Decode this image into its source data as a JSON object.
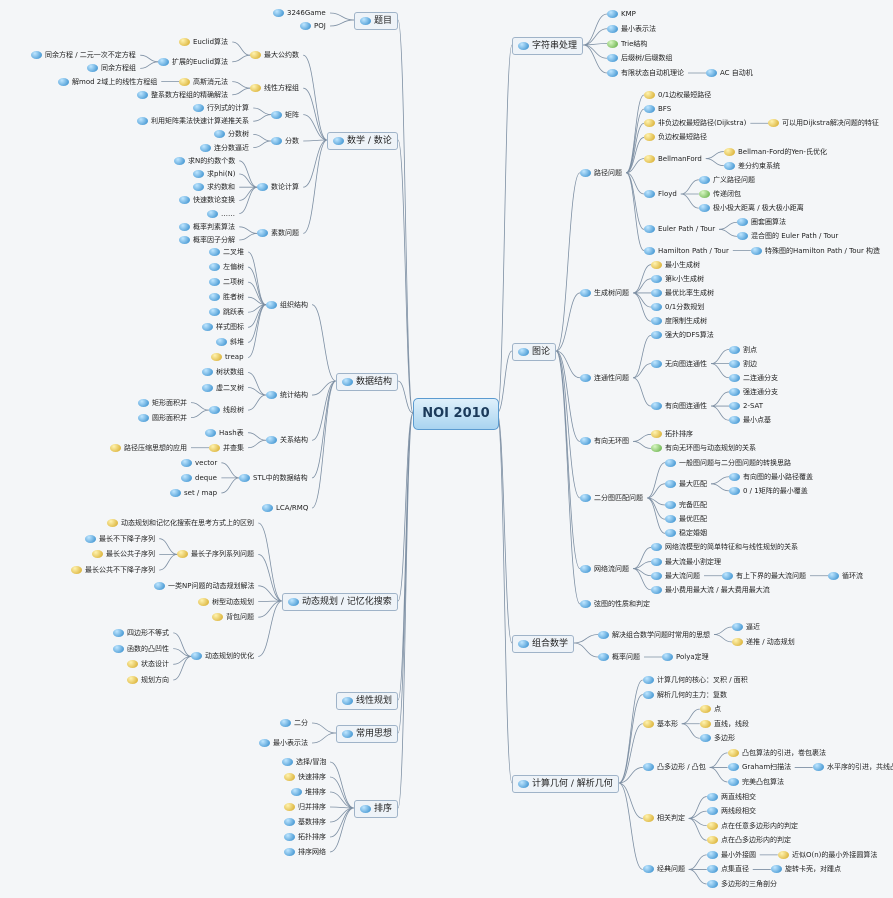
{
  "title": "NOI 2010",
  "branches": [
    {
      "label": "题目",
      "children": [
        {
          "label": "3246Game",
          "icon": "b"
        },
        {
          "label": "POJ",
          "icon": "b"
        }
      ]
    },
    {
      "label": "数学 / 数论",
      "children": [
        {
          "label": "最大公约数",
          "icon": "y",
          "children": [
            {
              "label": "Euclid算法",
              "icon": "y"
            },
            {
              "label": "扩展的Euclid算法",
              "icon": "b",
              "children": [
                {
                  "label": "同余方程 / 二元一次不定方程",
                  "icon": "b"
                },
                {
                  "label": "同余方程组",
                  "icon": "b"
                }
              ]
            }
          ]
        },
        {
          "label": "线性方程组",
          "icon": "y",
          "children": [
            {
              "label": "高斯消元法",
              "icon": "y",
              "children": [
                {
                  "label": "解mod 2域上的线性方程组",
                  "icon": "b"
                }
              ]
            },
            {
              "label": "整系数方程组的精确解法",
              "icon": "b"
            }
          ]
        },
        {
          "label": "矩阵",
          "icon": "b",
          "children": [
            {
              "label": "行列式的计算",
              "icon": "b"
            },
            {
              "label": "利用矩阵乘法快速计算递推关系",
              "icon": "b"
            }
          ]
        },
        {
          "label": "分数",
          "icon": "b",
          "children": [
            {
              "label": "分数树",
              "icon": "b"
            },
            {
              "label": "连分数逼近",
              "icon": "b"
            }
          ]
        },
        {
          "label": "数论计算",
          "icon": "b",
          "children": [
            {
              "label": "求N的约数个数",
              "icon": "b"
            },
            {
              "label": "求phi(N)",
              "icon": "b"
            },
            {
              "label": "求约数和",
              "icon": "b"
            },
            {
              "label": "快速数论变换",
              "icon": "b"
            },
            {
              "label": "……",
              "icon": "b"
            }
          ]
        },
        {
          "label": "素数问题",
          "icon": "b",
          "children": [
            {
              "label": "概率判素算法",
              "icon": "b"
            },
            {
              "label": "概率因子分解",
              "icon": "b"
            }
          ]
        }
      ]
    },
    {
      "label": "数据结构",
      "children": [
        {
          "label": "组织结构",
          "icon": "b",
          "children": [
            {
              "label": "二叉堆",
              "icon": "b"
            },
            {
              "label": "左偏树",
              "icon": "b"
            },
            {
              "label": "二项树",
              "icon": "b"
            },
            {
              "label": "胜者树",
              "icon": "b"
            },
            {
              "label": "跳跃表",
              "icon": "b"
            },
            {
              "label": "样式图标",
              "icon": "b"
            },
            {
              "label": "斜堆",
              "icon": "b"
            },
            {
              "label": "treap",
              "icon": "y"
            }
          ]
        },
        {
          "label": "统计结构",
          "icon": "b",
          "children": [
            {
              "label": "树状数组",
              "icon": "b"
            },
            {
              "label": "虚二叉树",
              "icon": "b"
            },
            {
              "label": "线段树",
              "icon": "b",
              "children": [
                {
                  "label": "矩形面积并",
                  "icon": "b"
                },
                {
                  "label": "圆形面积并",
                  "icon": "b"
                }
              ]
            }
          ]
        },
        {
          "label": "关系结构",
          "icon": "b",
          "children": [
            {
              "label": "Hash表",
              "icon": "b"
            },
            {
              "label": "并查集",
              "icon": "y",
              "children": [
                {
                  "label": "路径压缩思想的应用",
                  "icon": "y"
                }
              ]
            }
          ]
        },
        {
          "label": "STL中的数据结构",
          "icon": "b",
          "children": [
            {
              "label": "vector",
              "icon": "b"
            },
            {
              "label": "deque",
              "icon": "b"
            },
            {
              "label": "set / map",
              "icon": "b"
            }
          ]
        },
        {
          "label": "LCA/RMQ",
          "icon": "b"
        }
      ]
    },
    {
      "label": "动态规划 / 记忆化搜索",
      "children": [
        {
          "label": "动态规划和记忆化搜索在思考方式上的区别",
          "icon": "y"
        },
        {
          "label": "最长子序列系列问题",
          "icon": "y",
          "children": [
            {
              "label": "最长不下降子序列",
              "icon": "b"
            },
            {
              "label": "最长公共子序列",
              "icon": "y"
            },
            {
              "label": "最长公共不下降子序列",
              "icon": "y"
            }
          ]
        },
        {
          "label": "一类NP问题的动态规划解法",
          "icon": "b"
        },
        {
          "label": "树型动态规划",
          "icon": "y"
        },
        {
          "label": "背包问题",
          "icon": "y"
        },
        {
          "label": "动态规划的优化",
          "icon": "b",
          "children": [
            {
              "label": "四边形不等式",
              "icon": "b"
            },
            {
              "label": "函数的凸凹性",
              "icon": "b"
            },
            {
              "label": "状态设计",
              "icon": "y"
            },
            {
              "label": "规划方向",
              "icon": "y"
            }
          ]
        }
      ]
    },
    {
      "label": "线性规划",
      "children": []
    },
    {
      "label": "常用思想",
      "children": [
        {
          "label": "二分",
          "icon": "b"
        },
        {
          "label": "最小表示法",
          "icon": "b"
        }
      ]
    },
    {
      "label": "排序",
      "children": [
        {
          "label": "选择/冒泡",
          "icon": "b"
        },
        {
          "label": "快速排序",
          "icon": "y"
        },
        {
          "label": "堆排序",
          "icon": "b"
        },
        {
          "label": "归并排序",
          "icon": "y"
        },
        {
          "label": "基数排序",
          "icon": "b"
        },
        {
          "label": "拓扑排序",
          "icon": "b"
        },
        {
          "label": "排序网络",
          "icon": "b"
        }
      ]
    },
    {
      "label": "字符串处理",
      "children": [
        {
          "label": "KMP",
          "icon": "b"
        },
        {
          "label": "最小表示法",
          "icon": "b"
        },
        {
          "label": "Trie结构",
          "icon": "g"
        },
        {
          "label": "后缀树/后缀数组",
          "icon": "b"
        },
        {
          "label": "有限状态自动机理论",
          "icon": "b",
          "children": [
            {
              "label": "AC 自动机",
              "icon": "b"
            }
          ]
        }
      ]
    },
    {
      "label": "图论",
      "children": [
        {
          "label": "路径问题",
          "icon": "b",
          "children": [
            {
              "label": "0/1边权最短路径",
              "icon": "y"
            },
            {
              "label": "BFS",
              "icon": "b"
            },
            {
              "label": "非负边权最短路径(Dijkstra)",
              "icon": "y",
              "children": [
                {
                  "label": "可以用Dijkstra解决问题的特征",
                  "icon": "y"
                }
              ]
            },
            {
              "label": "负边权最短路径",
              "icon": "y"
            },
            {
              "label": "BellmanFord",
              "icon": "y",
              "children": [
                {
                  "label": "Bellman-Ford的Yen-氏优化",
                  "icon": "y"
                },
                {
                  "label": "差分约束系统",
                  "icon": "b"
                }
              ]
            },
            {
              "label": "Floyd",
              "icon": "b",
              "children": [
                {
                  "label": "广义路径问题",
                  "icon": "b"
                },
                {
                  "label": "传递闭包",
                  "icon": "g"
                },
                {
                  "label": "极小极大距离 / 极大极小距离",
                  "icon": "b"
                }
              ]
            },
            {
              "label": "Euler Path / Tour",
              "icon": "b",
              "children": [
                {
                  "label": "圈套圈算法",
                  "icon": "b"
                },
                {
                  "label": "混合图的 Euler Path / Tour",
                  "icon": "b"
                }
              ]
            },
            {
              "label": "Hamilton Path / Tour",
              "icon": "b",
              "children": [
                {
                  "label": "特殊图的Hamilton Path / Tour 构造",
                  "icon": "b"
                }
              ]
            }
          ]
        },
        {
          "label": "生成树问题",
          "icon": "b",
          "children": [
            {
              "label": "最小生成树",
              "icon": "y"
            },
            {
              "label": "第k小生成树",
              "icon": "b"
            },
            {
              "label": "最优比率生成树",
              "icon": "b"
            },
            {
              "label": "0/1分数规划",
              "icon": "b"
            },
            {
              "label": "度限制生成树",
              "icon": "b"
            }
          ]
        },
        {
          "label": "连通性问题",
          "icon": "b",
          "children": [
            {
              "label": "强大的DFS算法",
              "icon": "b"
            },
            {
              "label": "无向图连通性",
              "icon": "b",
              "children": [
                {
                  "label": "割点",
                  "icon": "b"
                },
                {
                  "label": "割边",
                  "icon": "b"
                },
                {
                  "label": "二连通分支",
                  "icon": "b"
                }
              ]
            },
            {
              "label": "有向图连通性",
              "icon": "b",
              "children": [
                {
                  "label": "强连通分支",
                  "icon": "b"
                },
                {
                  "label": "2-SAT",
                  "icon": "b"
                },
                {
                  "label": "最小点基",
                  "icon": "b"
                }
              ]
            }
          ]
        },
        {
          "label": "有向无环图",
          "icon": "b",
          "children": [
            {
              "label": "拓扑排序",
              "icon": "y"
            },
            {
              "label": "有向无环图与动态规划的关系",
              "icon": "g"
            }
          ]
        },
        {
          "label": "二分图匹配问题",
          "icon": "b",
          "children": [
            {
              "label": "一般图问题与二分图问题的转换思路",
              "icon": "b"
            },
            {
              "label": "最大匹配",
              "icon": "b",
              "children": [
                {
                  "label": "有向图的最小路径覆盖",
                  "icon": "b"
                },
                {
                  "label": "0 / 1矩阵的最小覆盖",
                  "icon": "b"
                }
              ]
            },
            {
              "label": "完备匹配",
              "icon": "b"
            },
            {
              "label": "最优匹配",
              "icon": "b"
            },
            {
              "label": "稳定婚姻",
              "icon": "b"
            }
          ]
        },
        {
          "label": "网络流问题",
          "icon": "b",
          "children": [
            {
              "label": "网络流模型的简单特征和与线性规划的关系",
              "icon": "b"
            },
            {
              "label": "最大流最小割定理",
              "icon": "b"
            },
            {
              "label": "最大流问题",
              "icon": "b",
              "children": [
                {
                  "label": "有上下界的最大流问题",
                  "icon": "b",
                  "children": [
                    {
                      "label": "循环流",
                      "icon": "b"
                    }
                  ]
                }
              ]
            },
            {
              "label": "最小费用最大流 / 最大费用最大流",
              "icon": "b"
            }
          ]
        },
        {
          "label": "弦图的性质和判定",
          "icon": "b"
        }
      ]
    },
    {
      "label": "组合数学",
      "children": [
        {
          "label": "解决组合数学问题时常用的思想",
          "icon": "b",
          "children": [
            {
              "label": "逼近",
              "icon": "b"
            },
            {
              "label": "递推 / 动态规划",
              "icon": "y"
            }
          ]
        },
        {
          "label": "概率问题",
          "icon": "b",
          "children": [
            {
              "label": "Polya定理",
              "icon": "b"
            }
          ]
        }
      ]
    },
    {
      "label": "计算几何 / 解析几何",
      "children": [
        {
          "label": "计算几何的核心：叉积 / 面积",
          "icon": "b"
        },
        {
          "label": "解析几何的主力：复数",
          "icon": "b"
        },
        {
          "label": "基本形",
          "icon": "y",
          "children": [
            {
              "label": "点",
              "icon": "y"
            },
            {
              "label": "直线，线段",
              "icon": "y"
            },
            {
              "label": "多边形",
              "icon": "b"
            }
          ]
        },
        {
          "label": "凸多边形 / 凸包",
          "icon": "b",
          "children": [
            {
              "label": "凸包算法的引进，卷包裹法",
              "icon": "y"
            },
            {
              "label": "Graham扫描法",
              "icon": "b",
              "children": [
                {
                  "label": "水平序的引进，共线凸包的补丁",
                  "icon": "b"
                }
              ]
            },
            {
              "label": "完美凸包算法",
              "icon": "b"
            }
          ]
        },
        {
          "label": "相关判定",
          "icon": "y",
          "children": [
            {
              "label": "两直线相交",
              "icon": "b"
            },
            {
              "label": "两线段相交",
              "icon": "b"
            },
            {
              "label": "点在任意多边形内的判定",
              "icon": "y"
            },
            {
              "label": "点在凸多边形内的判定",
              "icon": "y"
            }
          ]
        },
        {
          "label": "经典问题",
          "icon": "b",
          "children": [
            {
              "label": "最小外接圆",
              "icon": "b",
              "children": [
                {
                  "label": "近似O(n)的最小外接圆算法",
                  "icon": "y"
                }
              ]
            },
            {
              "label": "点集直径",
              "icon": "b",
              "children": [
                {
                  "label": "旋转卡壳，对踵点",
                  "icon": "b"
                }
              ]
            },
            {
              "label": "多边形的三角剖分",
              "icon": "b"
            }
          ]
        }
      ]
    }
  ]
}
